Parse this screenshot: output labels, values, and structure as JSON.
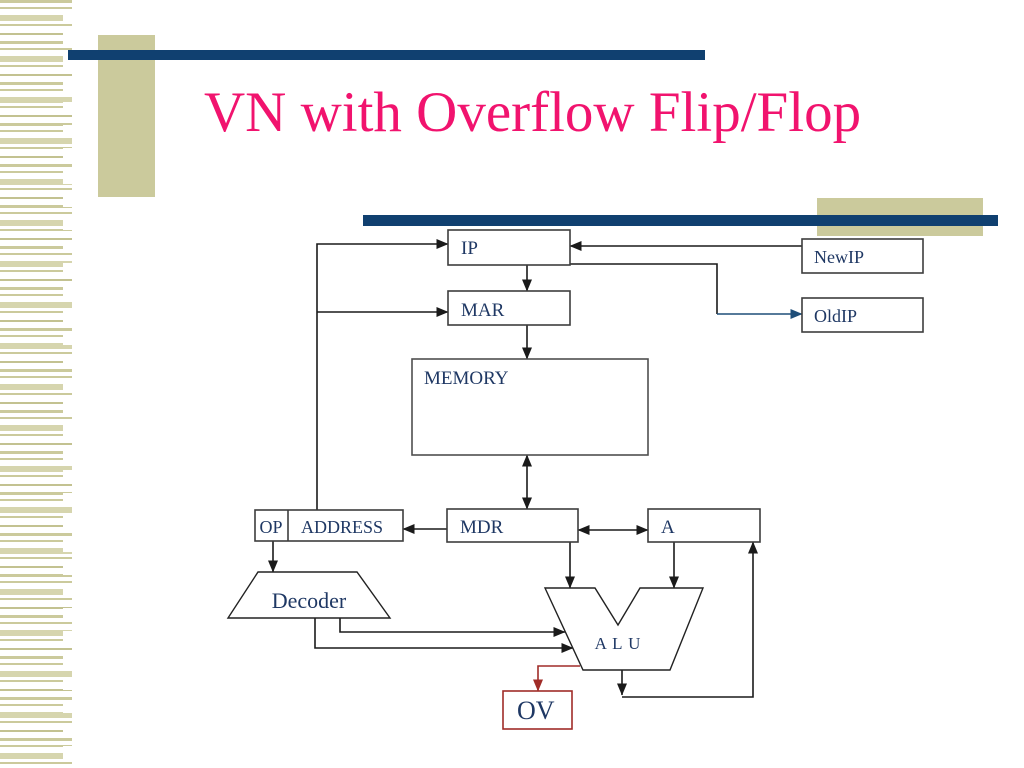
{
  "title": "VN with Overflow Flip/Flop",
  "colors": {
    "title_pink": "#F1136E",
    "navy_bar": "#104070",
    "accent_tan": "#CBCA9C",
    "label_navy": "#1F3864",
    "alert_red": "#A02C28",
    "line_black": "#1A1A1A"
  },
  "diagram": {
    "boxes": {
      "ip": "IP",
      "mar": "MAR",
      "memory": "MEMORY",
      "op": "OP",
      "address": "ADDRESS",
      "mdr": "MDR",
      "a": "A",
      "newip": "NewIP",
      "oldip": "OldIP",
      "ov": "OV"
    },
    "decoder_label": "Decoder",
    "alu_label": "A L U"
  }
}
